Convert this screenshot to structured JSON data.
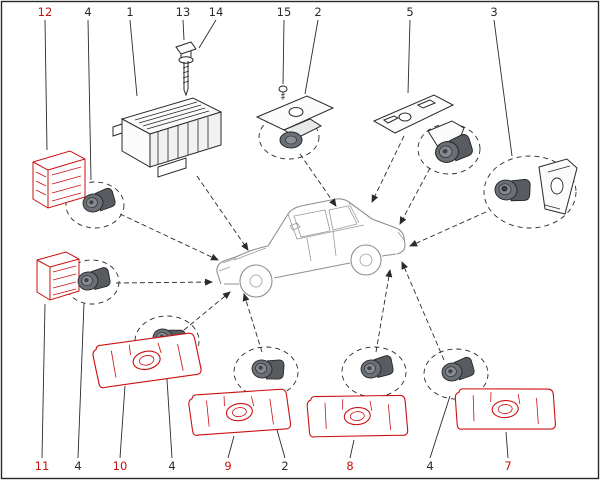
{
  "figure": {
    "kind": "exploded-parts-diagram",
    "subject": "vehicle parking-sensor system components",
    "colors": {
      "highlight_red": "#cc1111",
      "line_black": "#2a2a2a",
      "car_gray": "#8f8f8f",
      "sensor_gray": "#6b7076",
      "background": "#ffffff"
    },
    "callouts_top": [
      {
        "label": "12",
        "highlighted": true
      },
      {
        "label": "4",
        "highlighted": false
      },
      {
        "label": "1",
        "highlighted": false
      },
      {
        "label": "13",
        "highlighted": false
      },
      {
        "label": "14",
        "highlighted": false
      },
      {
        "label": "15",
        "highlighted": false
      },
      {
        "label": "2",
        "highlighted": false
      },
      {
        "label": "5",
        "highlighted": false
      },
      {
        "label": "3",
        "highlighted": false
      }
    ],
    "callouts_bottom": [
      {
        "label": "11",
        "highlighted": true
      },
      {
        "label": "4",
        "highlighted": false
      },
      {
        "label": "10",
        "highlighted": true
      },
      {
        "label": "4",
        "highlighted": false
      },
      {
        "label": "9",
        "highlighted": true
      },
      {
        "label": "2",
        "highlighted": false
      },
      {
        "label": "8",
        "highlighted": true
      },
      {
        "label": "4",
        "highlighted": false
      },
      {
        "label": "7",
        "highlighted": true
      }
    ],
    "parts": [
      {
        "ref": "1",
        "icon": "control-module"
      },
      {
        "ref": "2",
        "icon": "sensor-with-holder"
      },
      {
        "ref": "3",
        "icon": "rear-side-sensor-and-bracket"
      },
      {
        "ref": "4",
        "icon": "parking-sensor"
      },
      {
        "ref": "5",
        "icon": "mounting-bracket-plate"
      },
      {
        "ref": "7",
        "icon": "bumper-sensor-plate"
      },
      {
        "ref": "8",
        "icon": "bumper-sensor-plate"
      },
      {
        "ref": "9",
        "icon": "bumper-sensor-plate"
      },
      {
        "ref": "10",
        "icon": "bumper-sensor-plate"
      },
      {
        "ref": "11",
        "icon": "ribbed-side-bracket"
      },
      {
        "ref": "12",
        "icon": "ribbed-side-bracket"
      },
      {
        "ref": "13",
        "icon": "retaining-clip"
      },
      {
        "ref": "14",
        "icon": "mounting-screw"
      },
      {
        "ref": "15",
        "icon": "small-screw"
      }
    ],
    "center_illustration": "sedan-car-outline"
  }
}
